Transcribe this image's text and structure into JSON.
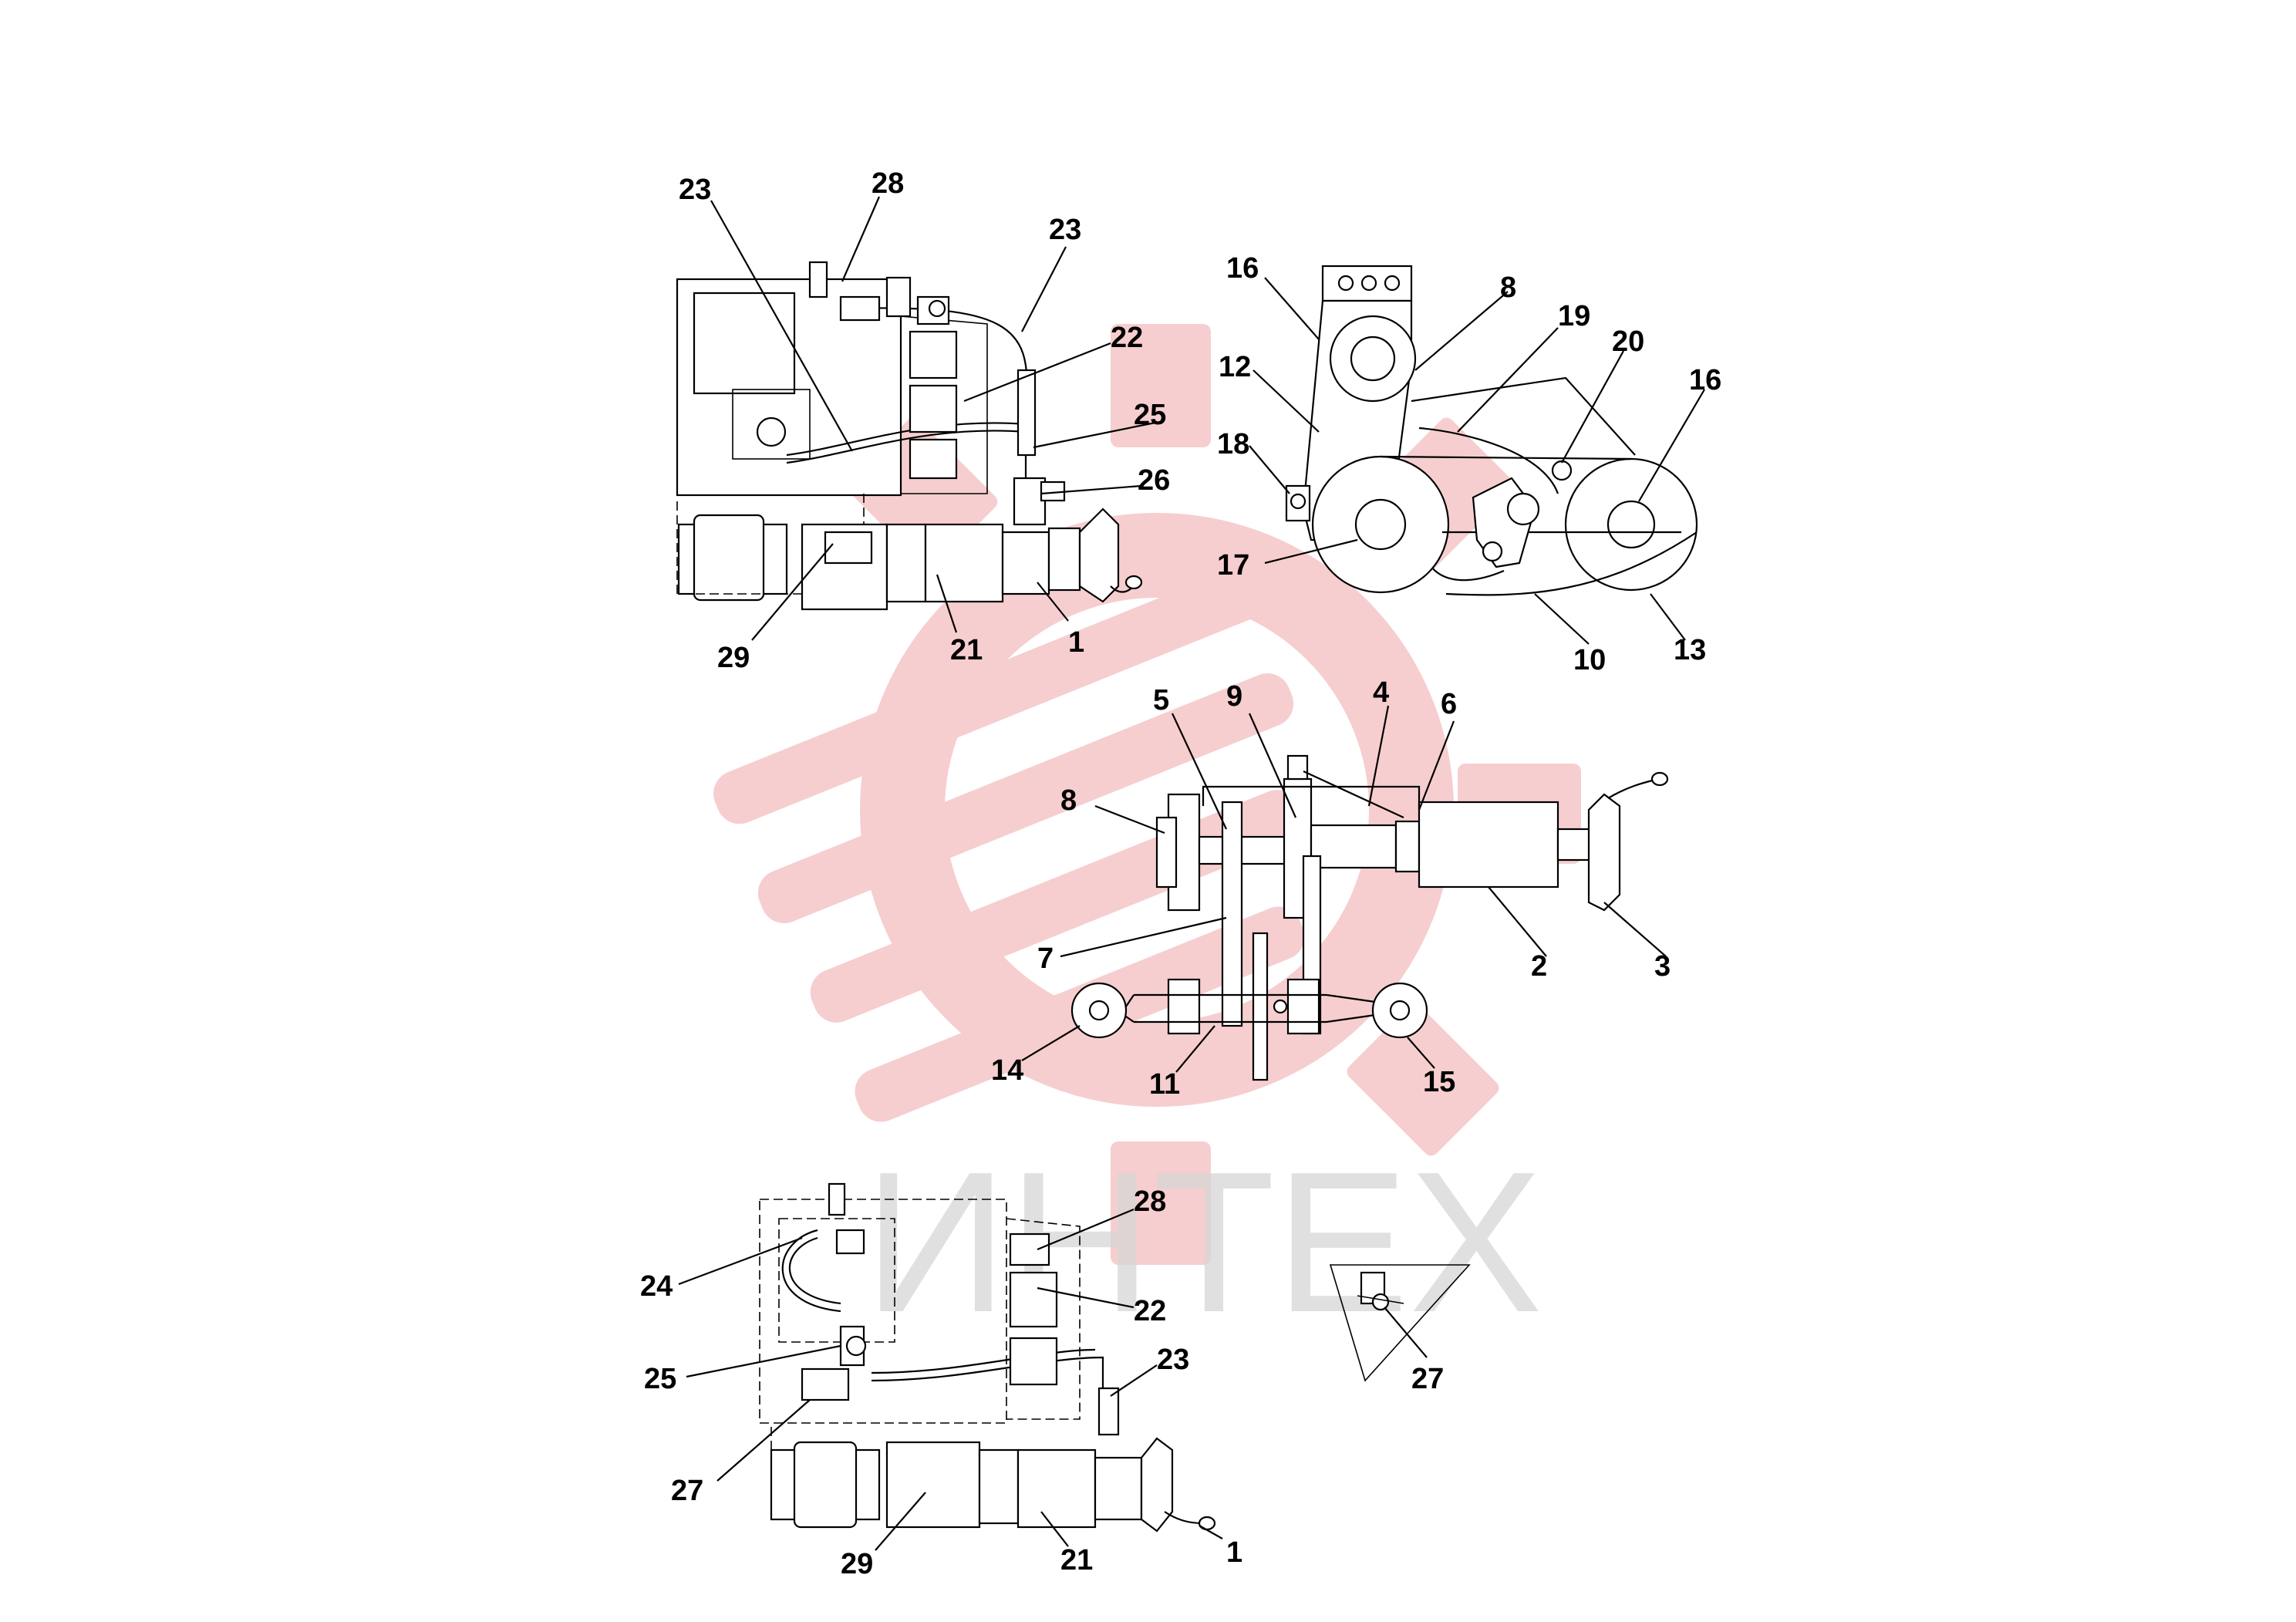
{
  "watermark": {
    "text": "ИНТЕХ",
    "logo": "red-gear-logo",
    "logo_color": "#f4c2c4",
    "text_color": "#d6d6d6"
  },
  "views": {
    "top_left": {
      "labels": [
        "23",
        "28",
        "23",
        "22",
        "25",
        "26",
        "29",
        "21",
        "1"
      ]
    },
    "top_right": {
      "labels": [
        "16",
        "8",
        "19",
        "20",
        "16",
        "12",
        "18",
        "17",
        "10",
        "13"
      ]
    },
    "middle": {
      "labels": [
        "5",
        "9",
        "4",
        "6",
        "8",
        "7",
        "2",
        "3",
        "14",
        "11",
        "15"
      ]
    },
    "bottom_left": {
      "labels": [
        "28",
        "22",
        "24",
        "25",
        "23",
        "27",
        "29",
        "21",
        "1"
      ]
    },
    "detail": {
      "labels": [
        "27"
      ]
    }
  }
}
